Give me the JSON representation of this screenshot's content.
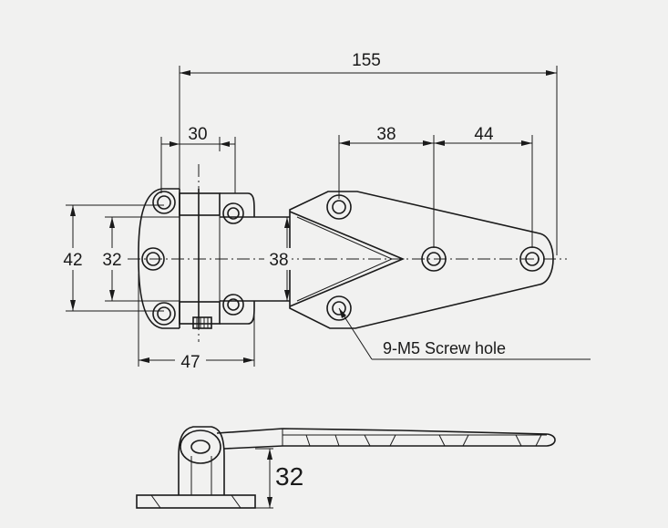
{
  "dimensions": {
    "overall_length": "155",
    "barrel_width": "30",
    "hole_spacing_1": "38",
    "hole_spacing_2": "44",
    "outer_height": "42",
    "inner_height": "32",
    "strap_height": "38",
    "base_width": "47",
    "side_height": "32"
  },
  "notes": {
    "screw_hole": "9-M5 Screw hole"
  }
}
